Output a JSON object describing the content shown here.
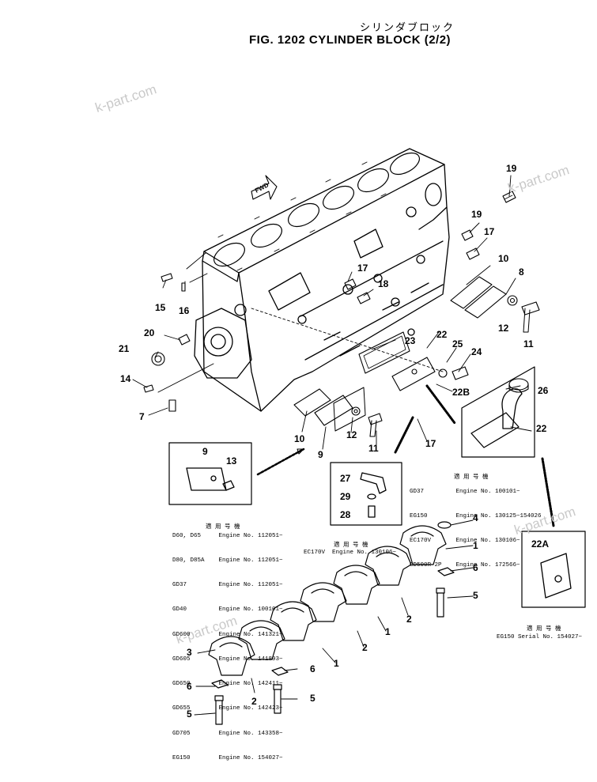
{
  "title": {
    "japanese": "シリンダブロック",
    "main": "FIG. 1202   CYLINDER  BLOCK  (2/2)"
  },
  "watermark": "k-part.com",
  "fwd_label": "FWD",
  "callouts": [
    {
      "id": "c19a",
      "label": "19"
    },
    {
      "id": "c19b",
      "label": "19"
    },
    {
      "id": "c17a",
      "label": "17"
    },
    {
      "id": "c10a",
      "label": "10"
    },
    {
      "id": "c8",
      "label": "8"
    },
    {
      "id": "c17b",
      "label": "17"
    },
    {
      "id": "c18",
      "label": "18"
    },
    {
      "id": "c15",
      "label": "15"
    },
    {
      "id": "c16",
      "label": "16"
    },
    {
      "id": "c12a",
      "label": "12"
    },
    {
      "id": "c11a",
      "label": "11"
    },
    {
      "id": "c20",
      "label": "20"
    },
    {
      "id": "c21",
      "label": "21"
    },
    {
      "id": "c22a",
      "label": "22"
    },
    {
      "id": "c23",
      "label": "23"
    },
    {
      "id": "c25",
      "label": "25"
    },
    {
      "id": "c24",
      "label": "24"
    },
    {
      "id": "c14",
      "label": "14"
    },
    {
      "id": "c22b",
      "label": "22B"
    },
    {
      "id": "c26",
      "label": "26"
    },
    {
      "id": "c7",
      "label": "7"
    },
    {
      "id": "c10b",
      "label": "10"
    },
    {
      "id": "c12b",
      "label": "12"
    },
    {
      "id": "c17c",
      "label": "17"
    },
    {
      "id": "c22c",
      "label": "22"
    },
    {
      "id": "c9a",
      "label": "9"
    },
    {
      "id": "c11b",
      "label": "11"
    },
    {
      "id": "c9b",
      "label": "9"
    },
    {
      "id": "c13",
      "label": "13"
    },
    {
      "id": "c27",
      "label": "27"
    },
    {
      "id": "c29",
      "label": "29"
    },
    {
      "id": "c28",
      "label": "28"
    },
    {
      "id": "c4",
      "label": "4"
    },
    {
      "id": "c1a",
      "label": "1"
    },
    {
      "id": "c6a",
      "label": "6"
    },
    {
      "id": "c5a",
      "label": "5"
    },
    {
      "id": "c22A",
      "label": "22A"
    },
    {
      "id": "c2a",
      "label": "2"
    },
    {
      "id": "c1b",
      "label": "1"
    },
    {
      "id": "c2b",
      "label": "2"
    },
    {
      "id": "c1c",
      "label": "1"
    },
    {
      "id": "c3",
      "label": "3"
    },
    {
      "id": "c6b",
      "label": "6"
    },
    {
      "id": "c6c",
      "label": "6"
    },
    {
      "id": "c2c",
      "label": "2"
    },
    {
      "id": "c5b",
      "label": "5"
    },
    {
      "id": "c5c",
      "label": "5"
    }
  ],
  "applicability": {
    "top_right": {
      "header": "適 用 号 機",
      "rows": [
        "GD37         Engine No. 100101~",
        "EG150        Engine No. 130125~154026",
        "EC170V       Engine No. 130106~",
        "GD500R-2P    Engine No. 172566~"
      ]
    },
    "left": {
      "header": "適 用 号 機",
      "rows": [
        "D60, D65     Engine No. 112051~",
        "D80, D85A    Engine No. 112051~",
        "GD37         Engine No. 112051~",
        "GD40         Engine No. 100101~",
        "GD600        Engine No. 141321~",
        "GD605        Engine No. 141893~",
        "GD650        Engine No. 142411~",
        "GD655        Engine No. 142423~",
        "GD705        Engine No. 143358~",
        "EG150        Engine No. 154027~"
      ]
    },
    "middle": {
      "header": "適 用 号 機",
      "rows": [
        "EC170V  Engine No. 130106~"
      ]
    },
    "bottom_right": {
      "header": "適 用 号 機",
      "rows": [
        "EG150 Serial No. 154027~"
      ]
    }
  }
}
